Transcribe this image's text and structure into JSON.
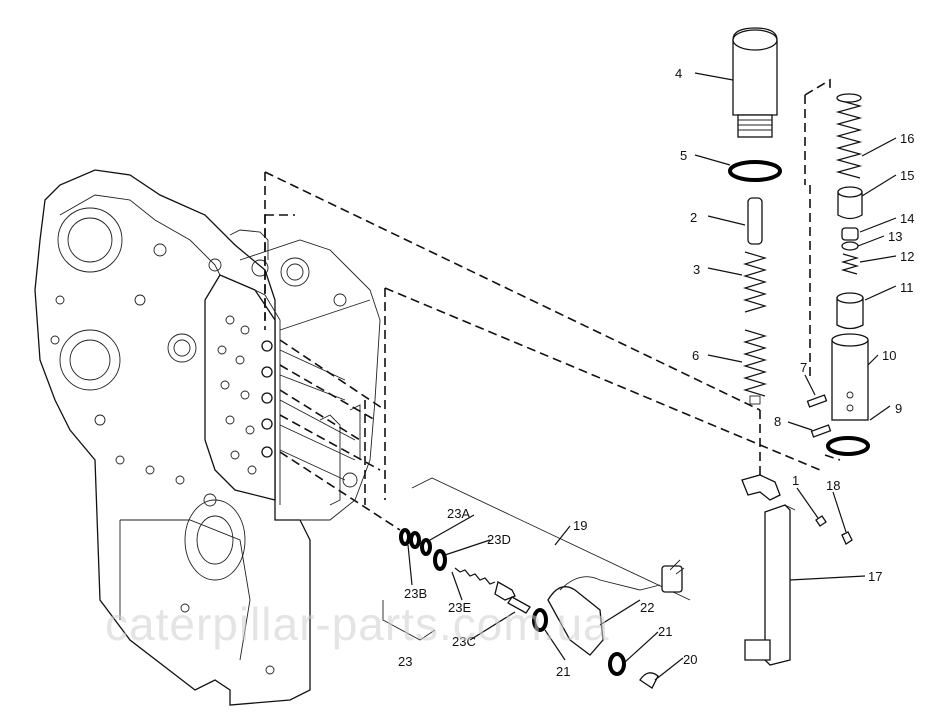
{
  "watermark": "caterpillar-parts.com.ua",
  "callouts": {
    "c1": "1",
    "c2": "2",
    "c3": "3",
    "c4": "4",
    "c5": "5",
    "c6": "6",
    "c7": "7",
    "c8": "8",
    "c9": "9",
    "c10": "10",
    "c11": "11",
    "c12": "12",
    "c13": "13",
    "c14": "14",
    "c15": "15",
    "c16": "16",
    "c17": "17",
    "c18": "18",
    "c19": "19",
    "c20": "20",
    "c21a": "21",
    "c21b": "21",
    "c22": "22",
    "c23": "23",
    "c23A": "23A",
    "c23B": "23B",
    "c23C": "23C",
    "c23D": "23D",
    "c23E": "23E"
  }
}
